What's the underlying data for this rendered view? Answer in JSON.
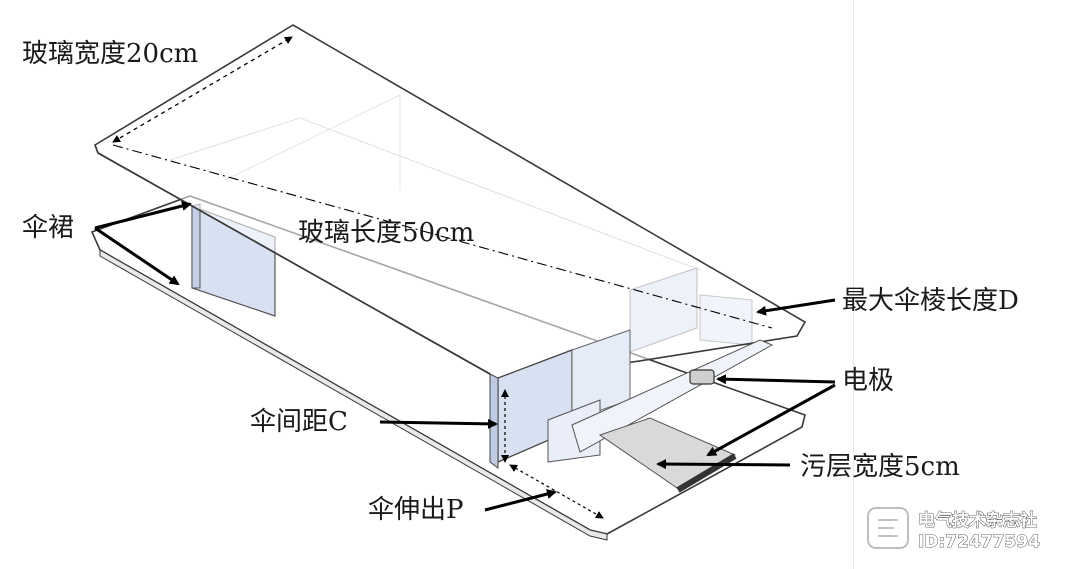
{
  "labels": {
    "glass_width": "玻璃宽度20cm",
    "glass_length": "玻璃长度50cm",
    "shed": "伞裙",
    "max_shed_ridge": "最大伞棱长度D",
    "electrode": "电极",
    "shed_spacing": "伞间距C",
    "pollution_width": "污层宽度5cm",
    "shed_overhang": "伞伸出P"
  },
  "watermark": {
    "name": "电气技术杂志社",
    "id": "ID:72477594"
  },
  "colors": {
    "panel_fill": "#ffffff",
    "panel_stroke": "#3a3a3a",
    "shed_fill": "#d8e1f2",
    "pollution_fill": "#d9d9d9",
    "electrode_fill": "#3a3a3a"
  }
}
